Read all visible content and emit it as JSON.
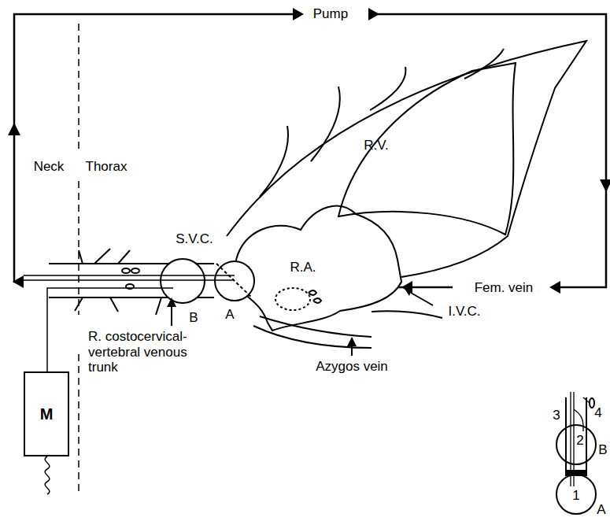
{
  "diagram": {
    "nodes": [
      {
        "text": [
          "M"
        ]
      }
    ],
    "labels": [
      "Pump",
      "Neck",
      "Thorax",
      "R.V.",
      "S.V.C.",
      "R.A.",
      "Fem. vein",
      "I.V.C.",
      "B",
      "A",
      "R. costocervical- vertebral venous trunk",
      "Azygos vein",
      "3",
      "4",
      "2",
      "B",
      "1",
      "A"
    ]
  }
}
